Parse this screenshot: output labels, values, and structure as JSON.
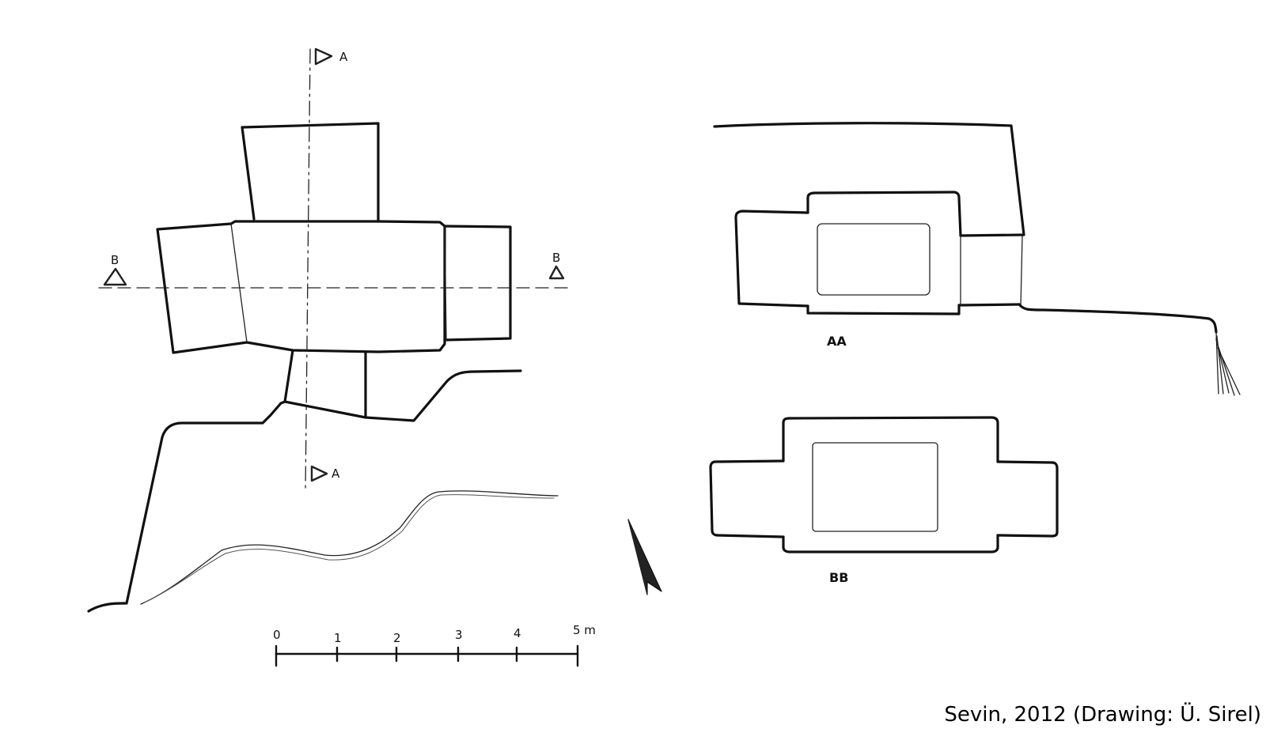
{
  "section_markers": {
    "a_top": "A",
    "a_bottom": "A",
    "b_left": "B",
    "b_right": "B"
  },
  "section_titles": {
    "aa": "AA",
    "bb": "BB"
  },
  "scale_bar": {
    "ticks": [
      "0",
      "1",
      "2",
      "3",
      "4"
    ],
    "end_label": "5 m"
  },
  "credit": "Sevin, 2012 (Drawing: Ü. Sirel)"
}
